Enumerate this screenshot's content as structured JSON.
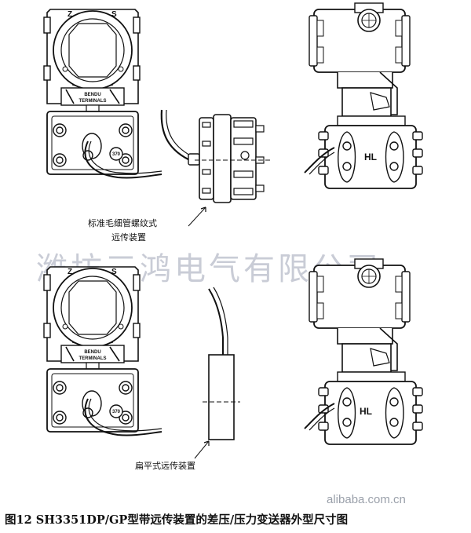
{
  "labels": {
    "z": "Z",
    "s": "S",
    "bendu": "BENDU",
    "terminals": "TERMINALS",
    "hl": "HL",
    "knob": "370",
    "capillary_1": "标准毛细管螺纹式",
    "capillary_2": "远传装置",
    "flat": "扁平式远传装置"
  },
  "watermark": {
    "company": "潍坊三鸿电气有限公司",
    "site": "alibaba.com.cn"
  },
  "caption": "图12  SH3351DP/GP型带远传装置的差压/压力变送器外型尺寸图"
}
